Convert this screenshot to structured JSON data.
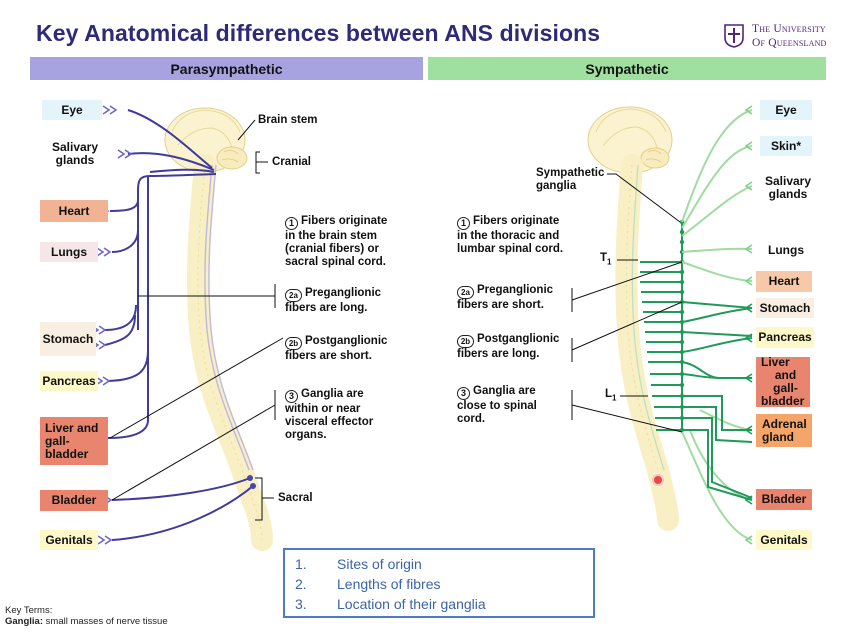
{
  "title": "Key Anatomical differences between ANS divisions",
  "logo": {
    "line1": "The University",
    "line2": "Of Queensland"
  },
  "bands": {
    "parasympathetic": "Parasympathetic",
    "sympathetic": "Sympathetic"
  },
  "para": {
    "organs": {
      "eye": "Eye",
      "salivary": [
        "Salivary",
        "glands"
      ],
      "heart": "Heart",
      "lungs": "Lungs",
      "stomach": "Stomach",
      "pancreas": "Pancreas",
      "liver": [
        "Liver and",
        "gall-",
        "bladder"
      ],
      "bladder": "Bladder",
      "genitals": "Genitals"
    },
    "labels": {
      "brainstem": "Brain stem",
      "cranial": "Cranial",
      "sacral": "Sacral"
    },
    "notes": {
      "n1": {
        "num": "1",
        "lines": [
          "Fibers originate",
          "in the brain stem",
          "(cranial fibers) or",
          "sacral spinal cord."
        ]
      },
      "n2a": {
        "num": "2a",
        "lines": [
          "Preganglionic",
          "fibers are long."
        ]
      },
      "n2b": {
        "num": "2b",
        "lines": [
          "Postganglionic",
          "fibers are short."
        ]
      },
      "n3": {
        "num": "3",
        "lines": [
          "Ganglia are",
          "within or near",
          "visceral effector",
          "organs."
        ]
      }
    }
  },
  "symp": {
    "organs": {
      "eye": "Eye",
      "skin": "Skin*",
      "salivary": [
        "Salivary",
        "glands"
      ],
      "lungs": "Lungs",
      "heart": "Heart",
      "stomach": "Stomach",
      "pancreas": "Pancreas",
      "liver": [
        "Liver",
        "and gall-",
        "bladder"
      ],
      "adrenal": [
        "Adrenal",
        "gland"
      ],
      "bladder": "Bladder",
      "genitals": "Genitals"
    },
    "labels": {
      "ganglia": [
        "Sympathetic",
        "ganglia"
      ],
      "t1": "T",
      "t1sub": "1",
      "l1": "L",
      "l1sub": "1"
    },
    "notes": {
      "n1": {
        "num": "1",
        "lines": [
          "Fibers originate",
          "in the thoracic and",
          "lumbar spinal cord."
        ]
      },
      "n2a": {
        "num": "2a",
        "lines": [
          "Preganglionic",
          "fibers are short."
        ]
      },
      "n2b": {
        "num": "2b",
        "lines": [
          "Postganglionic",
          "fibers are long."
        ]
      },
      "n3": {
        "num": "3",
        "lines": [
          "Ganglia are",
          "close to spinal",
          "cord."
        ]
      }
    }
  },
  "legend": [
    {
      "n": "1.",
      "text": "Sites of origin"
    },
    {
      "n": "2.",
      "text": "Lengths of fibres"
    },
    {
      "n": "3.",
      "text": "Location of their ganglia"
    }
  ],
  "keyterms": {
    "heading": "Key Terms:",
    "term": "Ganglia:",
    "definition": " small masses of nerve tissue"
  },
  "colors": {
    "para_nerve": "#3f3a9c",
    "symp_nerve": "#1f9a5a",
    "symp_light": "#9fdca0",
    "title": "#2e2a78"
  }
}
